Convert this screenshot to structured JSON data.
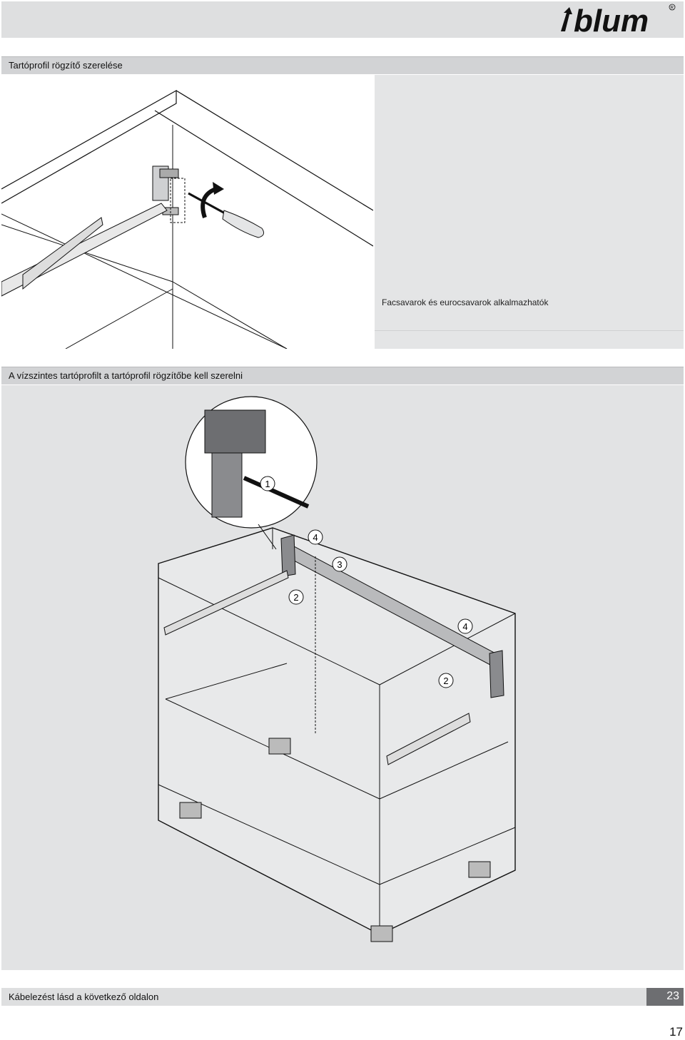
{
  "brand": {
    "name": "blum",
    "logo_icon": "blum-logo-icon"
  },
  "section1": {
    "title": "Tartóprofil rögzítő szerelése",
    "note": "Facsavarok és eurocsavarok alkalmazhatók"
  },
  "section2": {
    "title": "A vízszintes tartóprofilt a tartóprofil rögzítőbe kell szerelni",
    "step_labels": [
      "1",
      "4",
      "3",
      "2",
      "4",
      "2"
    ]
  },
  "footer": {
    "text": "Kábelezést lásd a következő oldalon",
    "ref_page": "23"
  },
  "page_number": "17",
  "colors": {
    "header_gray": "#dedfe0",
    "section_gray": "#d2d3d5",
    "panel_gray": "#e4e5e6",
    "page_box": "#6d6e71"
  }
}
